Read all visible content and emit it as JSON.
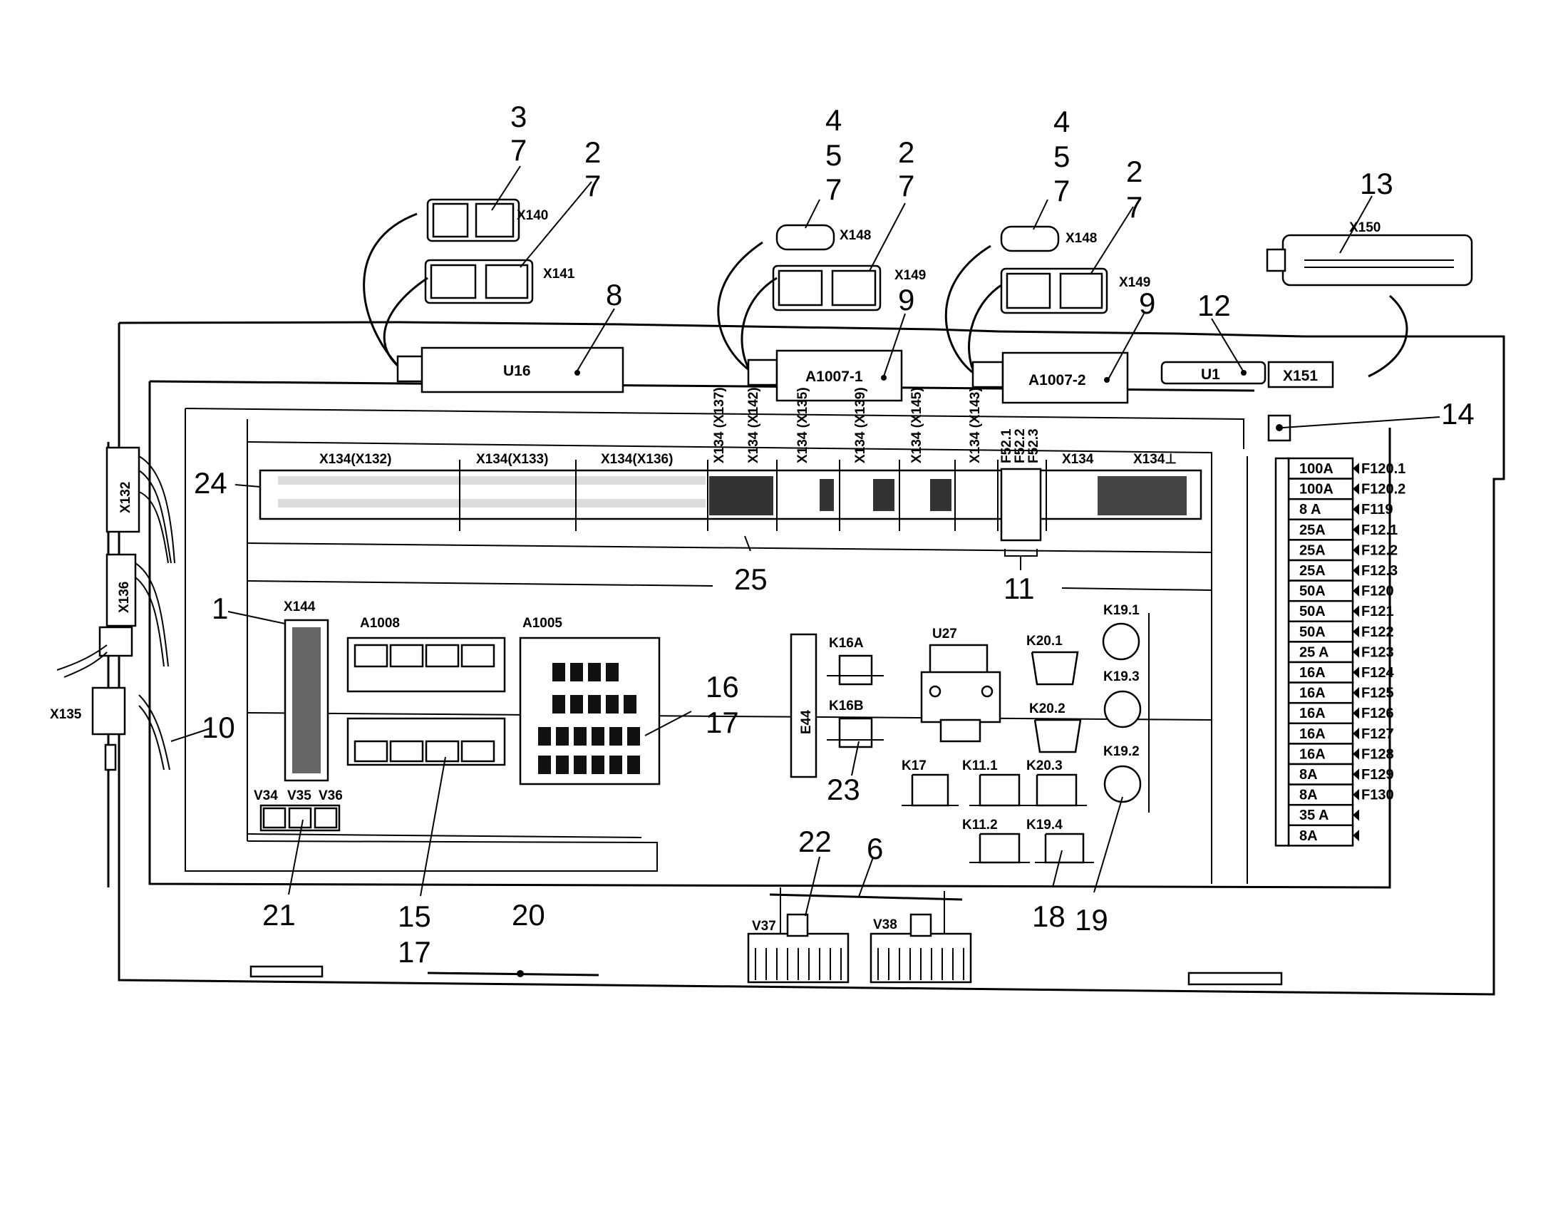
{
  "callouts": [
    "1",
    "2",
    "2",
    "2",
    "3",
    "4",
    "4",
    "5",
    "5",
    "6",
    "7",
    "7",
    "7",
    "7",
    "7",
    "7",
    "8",
    "9",
    "9",
    "10",
    "11",
    "12",
    "13",
    "14",
    "15",
    "16",
    "17",
    "17",
    "18",
    "19",
    "20",
    "21",
    "22",
    "23",
    "24",
    "25"
  ],
  "connectors": {
    "x140": "X140",
    "x141": "X141",
    "x148a": "X148",
    "x149a": "X149",
    "x148b": "X148",
    "x149b": "X149",
    "x150": "X150",
    "x151": "X151",
    "x132": "X132",
    "x136": "X136",
    "x135": "X135",
    "x144": "X144"
  },
  "modules": {
    "u16": "U16",
    "a1007_1": "A1007-1",
    "a1007_2": "A1007-2",
    "u1": "U1",
    "a1008": "A1008",
    "a1005": "A1005",
    "u27": "U27",
    "e44": "E44",
    "v34": "V34",
    "v35": "V35",
    "v36": "V36",
    "v37": "V37",
    "v38": "V38"
  },
  "terminal_labels": [
    "X134(X132)",
    "X134(X133)",
    "X134(X136)",
    "X134 (X137)",
    "X134 (X142)",
    "X134 (X135)",
    "X134 (X139)",
    "X134 (X145)",
    "X134 (X143)",
    "F52.1",
    "F52.2",
    "F52.3",
    "X134",
    "X134⊥"
  ],
  "relays": [
    "K16A",
    "K16B",
    "K20.1",
    "K20.2",
    "K20.3",
    "K17",
    "K11.1",
    "K11.2",
    "K19.4",
    "K19.1",
    "K19.3",
    "K19.2"
  ],
  "fuses": [
    {
      "rating": "100A",
      "name": "F120.1"
    },
    {
      "rating": "100A",
      "name": "F120.2"
    },
    {
      "rating": "8 A",
      "name": "F119"
    },
    {
      "rating": "25A",
      "name": "F12.1"
    },
    {
      "rating": "25A",
      "name": "F12.2"
    },
    {
      "rating": "25A",
      "name": "F12.3"
    },
    {
      "rating": "50A",
      "name": "F120"
    },
    {
      "rating": "50A",
      "name": "F121"
    },
    {
      "rating": "50A",
      "name": "F122"
    },
    {
      "rating": "25 A",
      "name": "F123"
    },
    {
      "rating": "16A",
      "name": "F124"
    },
    {
      "rating": "16A",
      "name": "F125"
    },
    {
      "rating": "16A",
      "name": "F126"
    },
    {
      "rating": "16A",
      "name": "F127"
    },
    {
      "rating": "16A",
      "name": "F128"
    },
    {
      "rating": "8A",
      "name": "F129"
    },
    {
      "rating": "8A",
      "name": "F130"
    },
    {
      "rating": "35 A",
      "name": ""
    },
    {
      "rating": "8A",
      "name": ""
    }
  ]
}
